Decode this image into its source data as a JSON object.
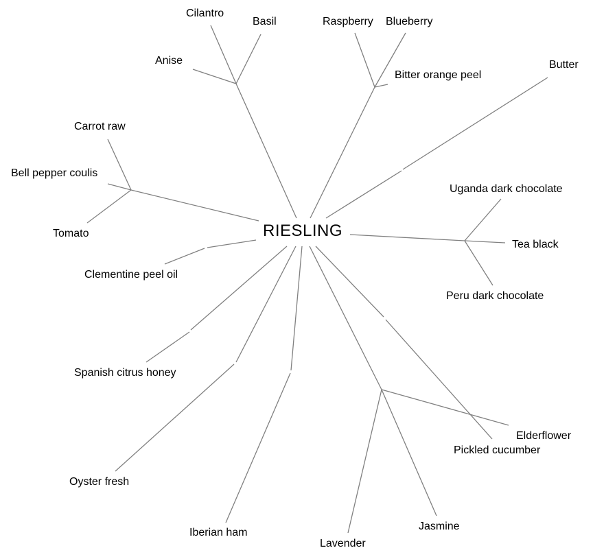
{
  "diagram": {
    "type": "radial-tree",
    "root": {
      "id": "riesling",
      "label": "RIESLING"
    },
    "line_color": "#808080",
    "text_color": "#000000",
    "background": "#ffffff",
    "clusters": [
      {
        "id": "herbs",
        "children": [
          "Anise",
          "Cilantro",
          "Basil"
        ]
      },
      {
        "id": "berries",
        "children": [
          "Raspberry",
          "Blueberry",
          "Bitter orange peel"
        ]
      },
      {
        "id": "vegetables",
        "children": [
          "Carrot raw",
          "Bell pepper coulis",
          "Tomato"
        ]
      },
      {
        "id": "chocolate-tea",
        "children": [
          "Uganda dark chocolate",
          "Tea black",
          "Peru dark chocolate"
        ]
      },
      {
        "id": "florals",
        "children": [
          "Lavender",
          "Jasmine",
          "Elderflower"
        ]
      }
    ],
    "direct_leaves": [
      "Butter",
      "Clementine peel oil",
      "Spanish citrus honey",
      "Oyster fresh",
      "Iberian ham",
      "Pickled cucumber"
    ],
    "labels": {
      "root": "RIESLING",
      "cilantro": "Cilantro",
      "basil": "Basil",
      "anise": "Anise",
      "raspberry": "Raspberry",
      "blueberry": "Blueberry",
      "bitter_orange_peel": "Bitter orange peel",
      "butter": "Butter",
      "carrot_raw": "Carrot raw",
      "bell_pepper_coulis": "Bell pepper coulis",
      "tomato": "Tomato",
      "clementine_peel_oil": "Clementine peel oil",
      "uganda_dark_chocolate": "Uganda dark chocolate",
      "tea_black": "Tea black",
      "peru_dark_chocolate": "Peru dark chocolate",
      "spanish_citrus_honey": "Spanish citrus honey",
      "oyster_fresh": "Oyster fresh",
      "iberian_ham": "Iberian ham",
      "lavender": "Lavender",
      "jasmine": "Jasmine",
      "elderflower": "Elderflower",
      "pickled_cucumber": "Pickled cucumber"
    }
  }
}
